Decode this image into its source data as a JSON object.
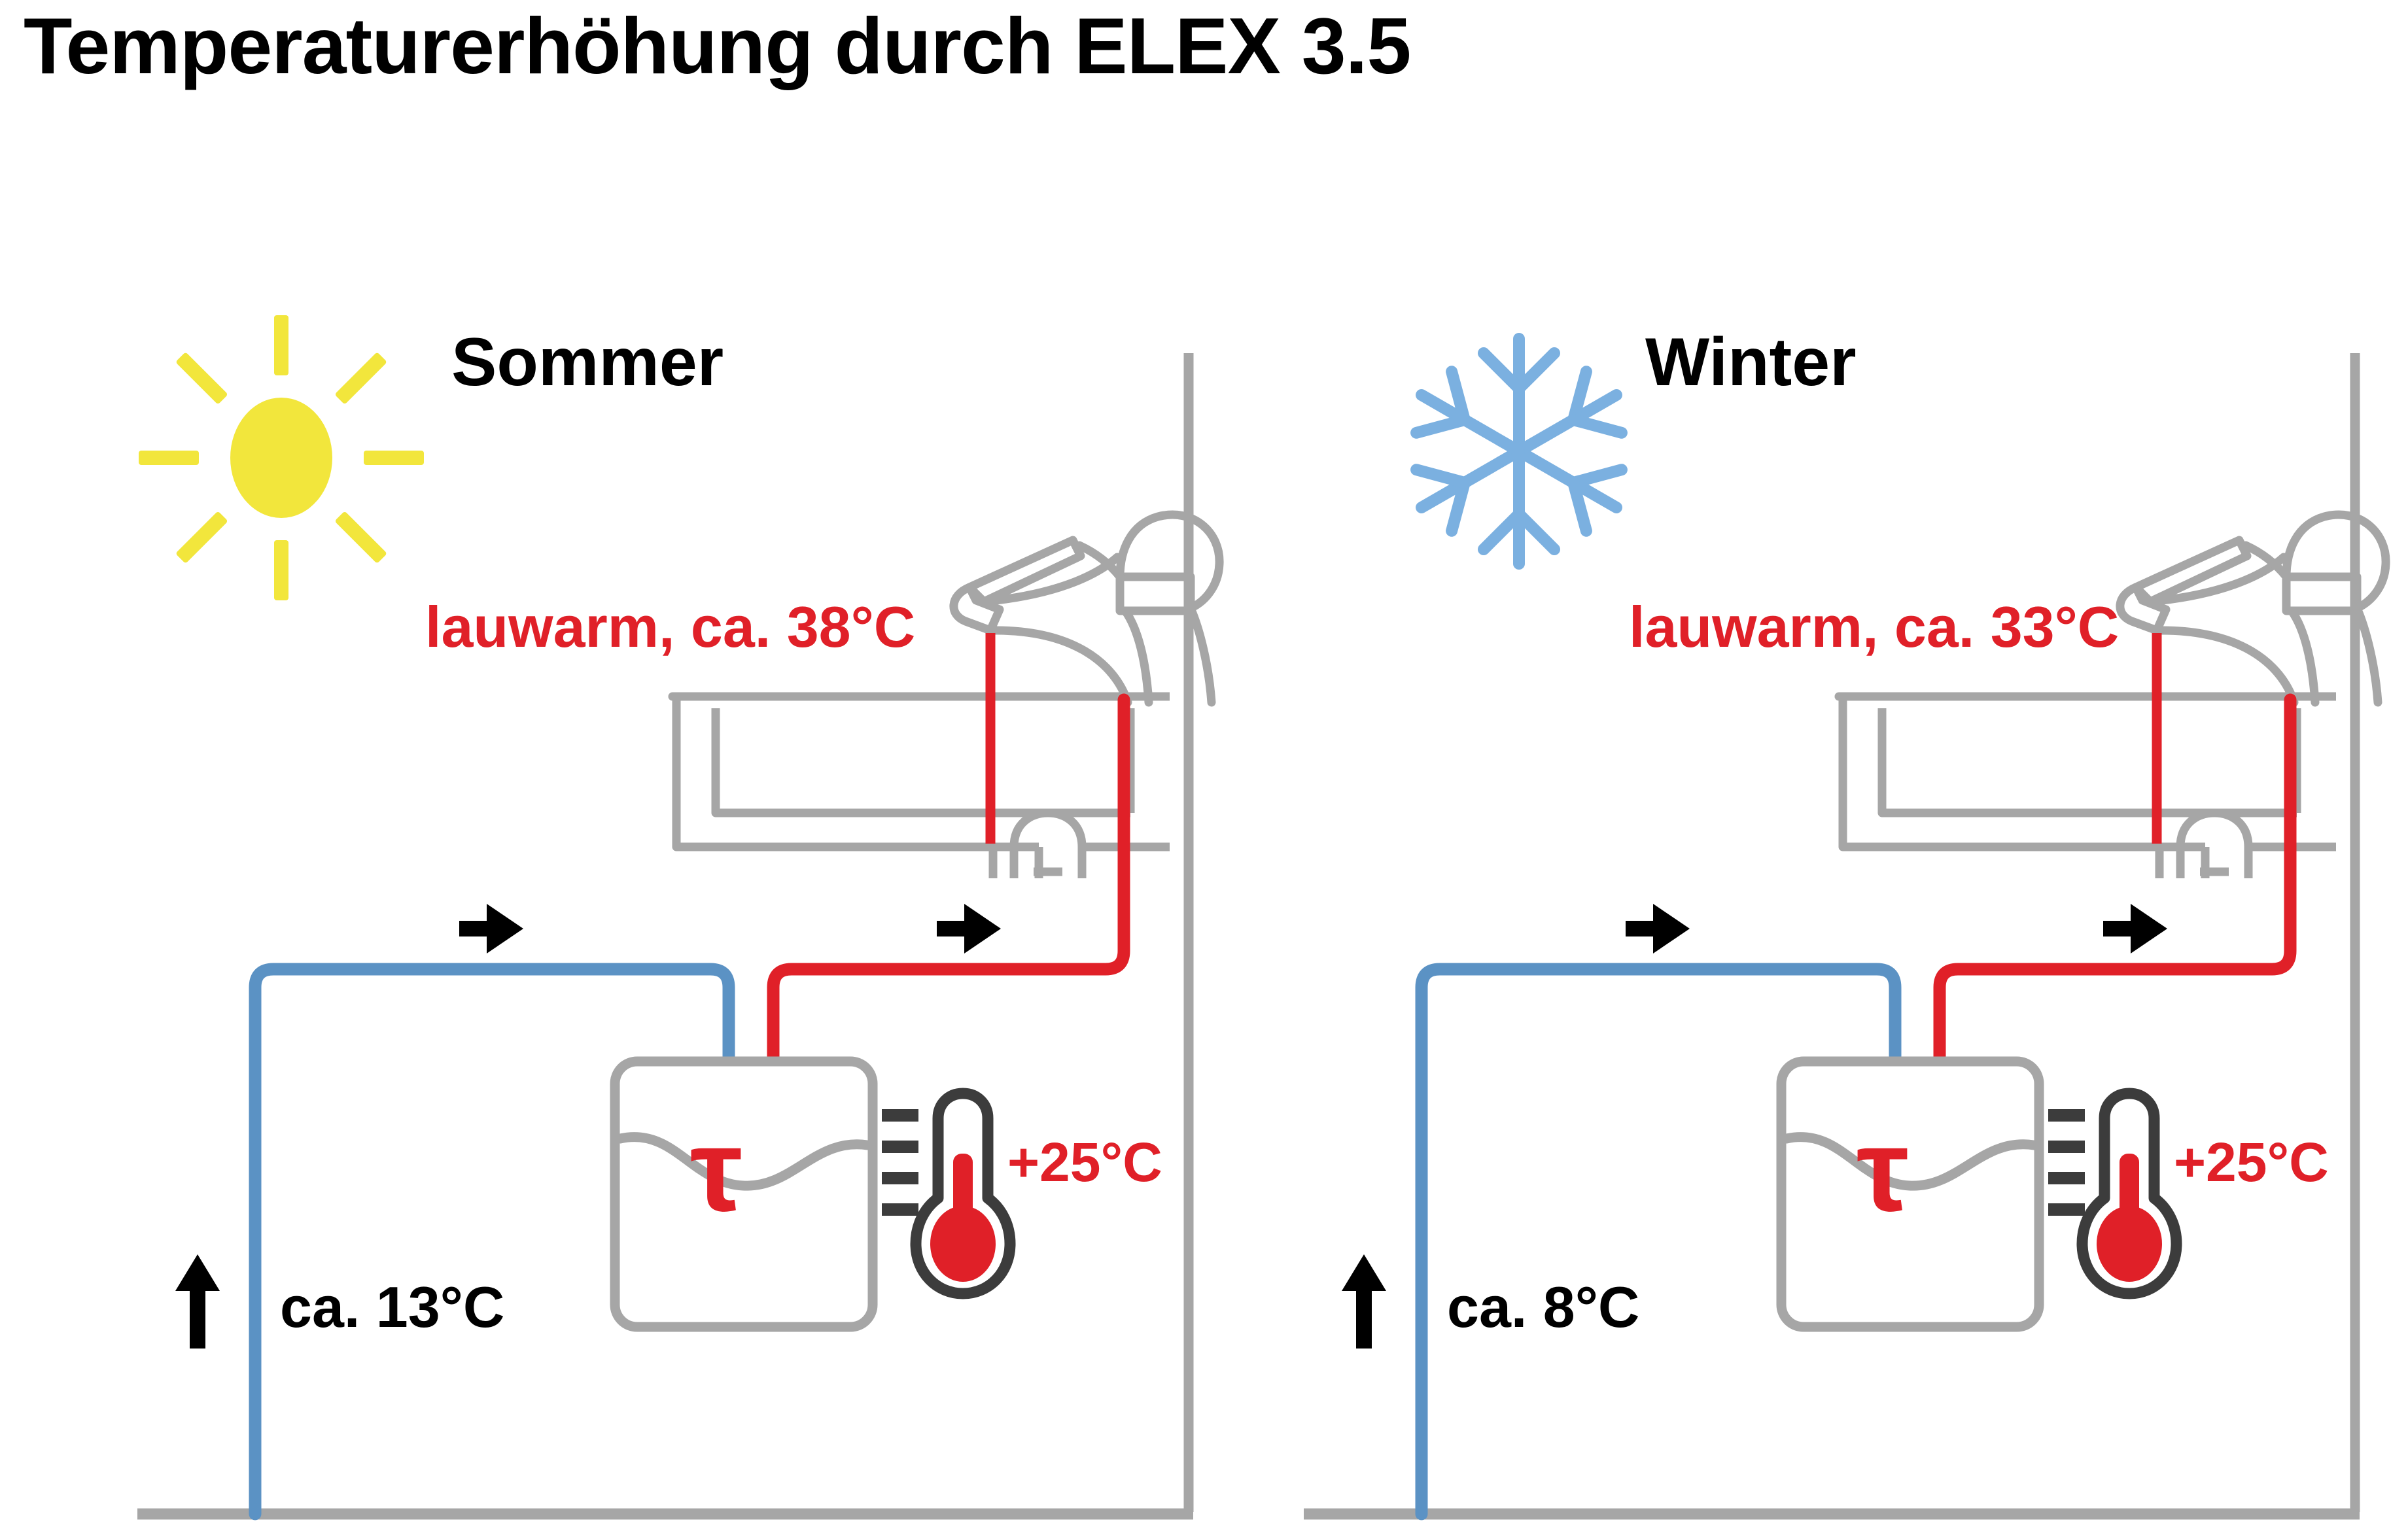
{
  "title": "Temperaturerhöhung durch ELEX 3.5",
  "colors": {
    "red": "#E02028",
    "blue_pipe": "#5B92C4",
    "gray": "#A6A6A6",
    "sun_yellow": "#F2E63C",
    "snow_blue": "#7BB0E0",
    "black": "#000000",
    "thermo_outline": "#3C3C3C"
  },
  "panels": [
    {
      "id": "sommer",
      "season_label": "Sommer",
      "season_icon": "sun-icon",
      "outlet_label": "lauwarm, ca. 38°C",
      "inlet_label": "ca. 13°C",
      "device_symbol": "τ",
      "device_gain_label": "+25°C",
      "thermometer_icon": "thermometer-icon",
      "flow_arrow_icon": "arrow-right-icon",
      "inlet_arrow_icon": "arrow-up-icon"
    },
    {
      "id": "winter",
      "season_label": "Winter",
      "season_icon": "snowflake-icon",
      "outlet_label": "lauwarm, ca. 33°C",
      "inlet_label": "ca. 8°C",
      "device_symbol": "τ",
      "device_gain_label": "+25°C",
      "thermometer_icon": "thermometer-icon",
      "flow_arrow_icon": "arrow-right-icon",
      "inlet_arrow_icon": "arrow-up-icon"
    }
  ]
}
